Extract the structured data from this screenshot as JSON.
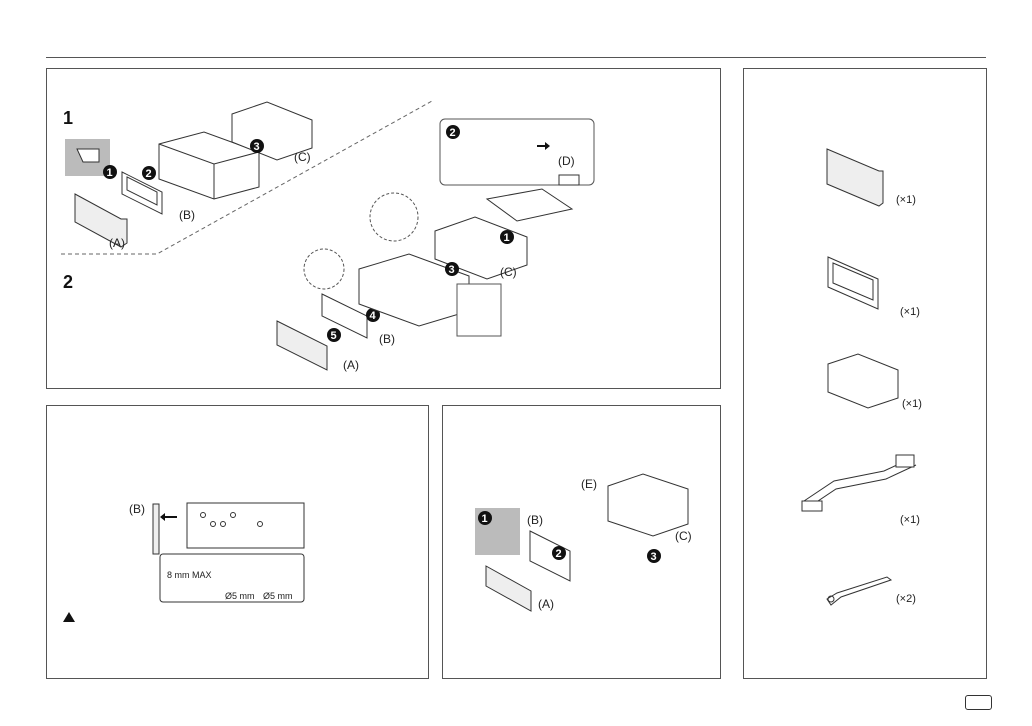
{
  "top_panel": {
    "step1": "1",
    "step2": "2",
    "labels": {
      "A1": "(A)",
      "B1": "(B)",
      "C1": "(C)",
      "A2": "(A)",
      "B2": "(B)",
      "C2": "(C)",
      "D": "(D)"
    },
    "nums": {
      "n1": "1",
      "n2": "2",
      "n3": "3",
      "n4": "4",
      "n5": "5",
      "c1": "1",
      "c3": "3",
      "inset_n": "2"
    }
  },
  "bottom_left": {
    "label_b": "(B)",
    "dim_max": "8 mm MAX",
    "dia1": "Ø5 mm",
    "dia2": "Ø5 mm"
  },
  "bottom_middle": {
    "label_e": "(E)",
    "label_b": "(B)",
    "label_c": "(C)",
    "label_a": "(A)",
    "n1": "1",
    "n2": "2",
    "n3": "3"
  },
  "right_panel": {
    "qty": [
      "(×1)",
      "(×1)",
      "(×1)",
      "(×1)",
      "(×2)"
    ]
  }
}
